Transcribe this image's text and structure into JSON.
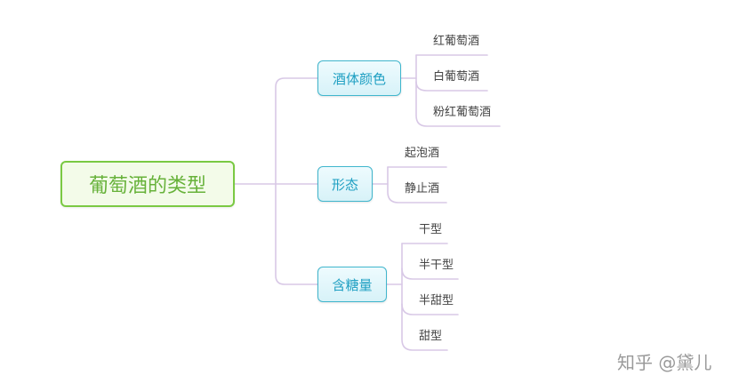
{
  "root": {
    "label": "葡萄酒的类型"
  },
  "categories": [
    {
      "label": "酒体颜色",
      "items": [
        "红葡萄酒",
        "白葡萄酒",
        "粉红葡萄酒"
      ]
    },
    {
      "label": "形态",
      "items": [
        "起泡酒",
        "静止酒"
      ]
    },
    {
      "label": "含糖量",
      "items": [
        "干型",
        "半干型",
        "半甜型",
        "甜型"
      ]
    }
  ],
  "watermark": "知乎 @黛儿",
  "colors": {
    "root_border": "#7ac943",
    "root_text": "#67b23a",
    "category_border": "#40b6cd",
    "category_text": "#1e9fc2",
    "connector": "#d8c8e6"
  }
}
